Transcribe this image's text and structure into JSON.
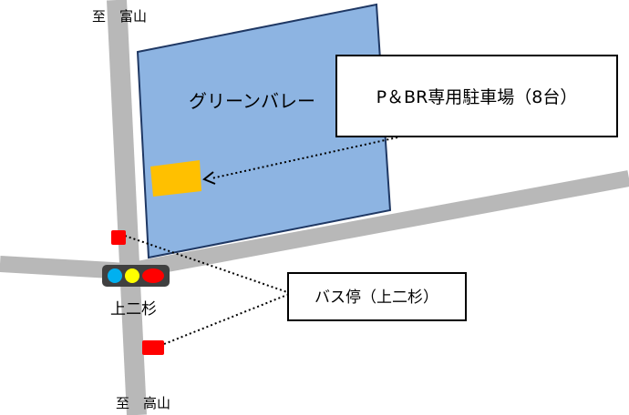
{
  "map": {
    "labels": {
      "to_toyama": "至　富山",
      "to_takayama": "至　高山",
      "intersection": "上二杉",
      "area_name": "グリーンバレー"
    },
    "callouts": {
      "parking": "P＆BR専用駐車場（8台）",
      "bus_stop": "バス停（上二杉）"
    },
    "colors": {
      "road": "#b8b8b8",
      "area_fill": "#8db4e2",
      "area_border": "#1f3864",
      "parking_lot": "#ffc000",
      "bus_stop_marker": "#ff0000",
      "signal_body": "#404040",
      "signal_blue": "#00b0f0",
      "signal_yellow": "#ffff00",
      "signal_red": "#ff0000"
    },
    "icons": {
      "traffic_signal": "traffic-light-icon",
      "bus_stop": "bus-stop-marker-icon",
      "parking": "parking-lot-icon"
    }
  }
}
